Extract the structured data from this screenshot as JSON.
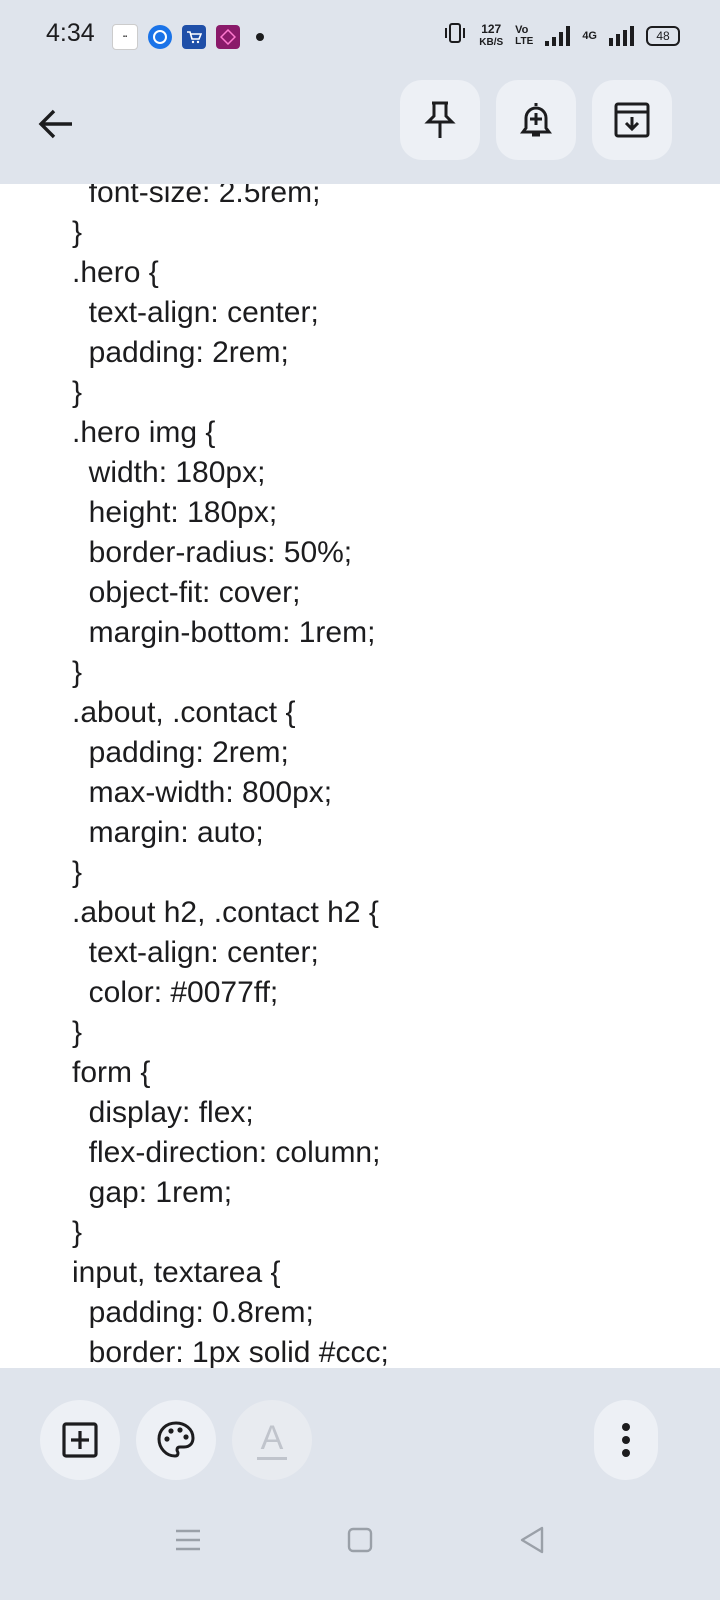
{
  "status_bar": {
    "time": "4:34",
    "net_speed_value": "127",
    "net_speed_unit": "KB/S",
    "volte_top": "Vo",
    "volte_bottom": "LTE",
    "network_type": "4G",
    "battery_level": "48"
  },
  "toolbar": {
    "back_icon": "arrow-left-icon",
    "pin_icon": "pin-icon",
    "reminder_icon": "bell-plus-icon",
    "archive_icon": "archive-icon"
  },
  "note": {
    "lines": [
      "  font-size: 2.5rem;",
      "}",
      ".hero {",
      "  text-align: center;",
      "  padding: 2rem;",
      "}",
      ".hero img {",
      "  width: 180px;",
      "  height: 180px;",
      "  border-radius: 50%;",
      "  object-fit: cover;",
      "  margin-bottom: 1rem;",
      "}",
      ".about, .contact {",
      "  padding: 2rem;",
      "  max-width: 800px;",
      "  margin: auto;",
      "}",
      ".about h2, .contact h2 {",
      "  text-align: center;",
      "  color: #0077ff;",
      "}",
      "form {",
      "  display: flex;",
      "  flex-direction: column;",
      "  gap: 1rem;",
      "}",
      "input, textarea {",
      "  padding: 0.8rem;",
      "  border: 1px solid #ccc;"
    ]
  },
  "bottom_toolbar": {
    "add_icon": "add-box-icon",
    "palette_icon": "palette-icon",
    "text_format_label": "A",
    "more_icon": "more-vert-icon"
  },
  "colors": {
    "chrome_background": "#dfe4ec",
    "note_background": "#ffffff",
    "button_background": "#edf0f5",
    "text": "#1c1c1e"
  }
}
